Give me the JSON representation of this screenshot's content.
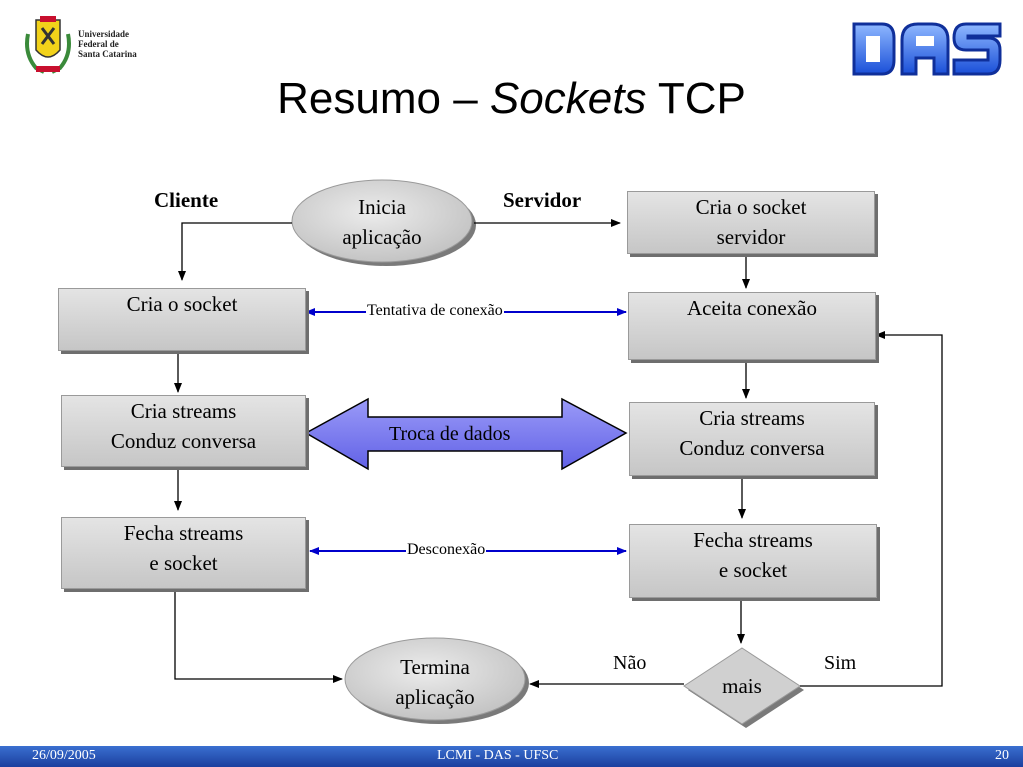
{
  "header": {
    "ufsc_logo_text": "Universidade\nFederal de\nSanta Catarina",
    "das_logo_text": "DAS",
    "title_part1": "Resumo  – ",
    "title_em": "Sockets",
    "title_part2": " TCP"
  },
  "diagram": {
    "client_label": "Cliente",
    "server_label": "Servidor",
    "start": "Inicia\naplicação",
    "client": {
      "create_socket": "Cria o socket",
      "streams": "Cria streams\nConduz conversa",
      "close": "Fecha streams\ne socket"
    },
    "server": {
      "create_socket": "Cria o socket\nservidor",
      "accept": "Aceita conexão",
      "streams": "Cria streams\nConduz conversa",
      "close": "Fecha streams\ne socket"
    },
    "connect_attempt": "Tentativa de conexão",
    "data_exchange": "Troca de dados",
    "disconnect": "Desconexão",
    "decision": "mais",
    "no": "Não",
    "yes": "Sim",
    "end": "Termina\naplicação"
  },
  "footer": {
    "date": "26/09/2005",
    "center": "LCMI - DAS - UFSC",
    "page": "20"
  },
  "colors": {
    "box_fill": "#d6d6d6",
    "arrow_blue": "#0000cc",
    "double_arrow_fill": "#7b7bf0",
    "footer_bg": "#2a55b8"
  }
}
